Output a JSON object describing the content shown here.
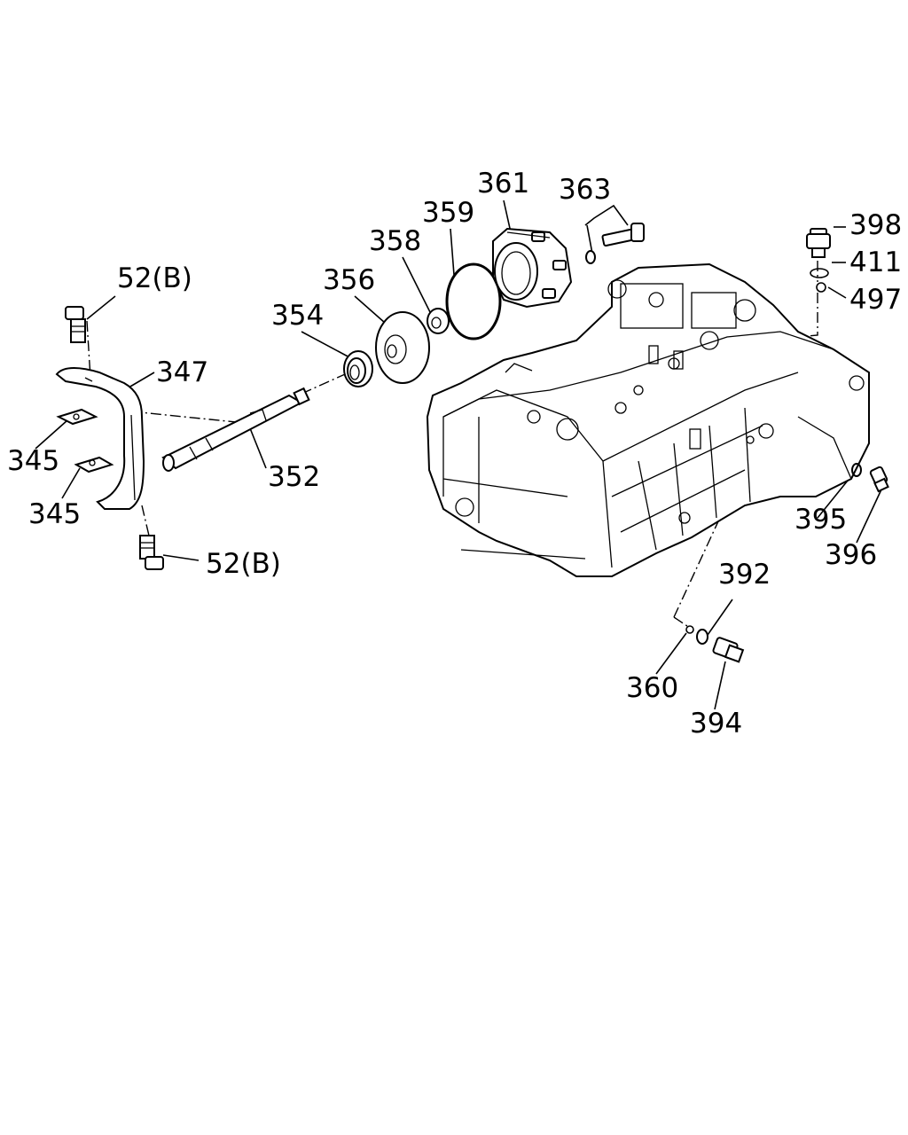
{
  "callouts": [
    {
      "id": "c361",
      "text": "361"
    },
    {
      "id": "c363",
      "text": "363"
    },
    {
      "id": "c359",
      "text": "359"
    },
    {
      "id": "c358",
      "text": "358"
    },
    {
      "id": "c356",
      "text": "356"
    },
    {
      "id": "c354",
      "text": "354"
    },
    {
      "id": "c52b_top",
      "text": "52(B)"
    },
    {
      "id": "c347",
      "text": "347"
    },
    {
      "id": "c345_a",
      "text": "345"
    },
    {
      "id": "c345_b",
      "text": "345"
    },
    {
      "id": "c352",
      "text": "352"
    },
    {
      "id": "c52b_bot",
      "text": "52(B)"
    },
    {
      "id": "c398",
      "text": "398"
    },
    {
      "id": "c411",
      "text": "411"
    },
    {
      "id": "c497",
      "text": "497"
    },
    {
      "id": "c395",
      "text": "395"
    },
    {
      "id": "c396",
      "text": "396"
    },
    {
      "id": "c392",
      "text": "392"
    },
    {
      "id": "c360",
      "text": "360"
    },
    {
      "id": "c394",
      "text": "394"
    }
  ]
}
